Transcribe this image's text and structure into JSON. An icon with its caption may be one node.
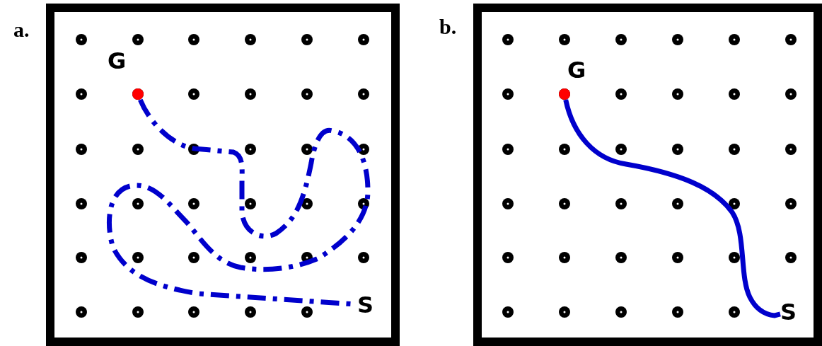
{
  "diagram": {
    "nodes": [
      {
        "text": [
          "a."
        ]
      },
      {
        "text": [],
        "shape": "circle",
        "beside": [
          "G"
        ],
        "in": 0
      },
      {
        "text": [
          "S"
        ],
        "in": 0
      },
      {
        "text": [
          "b."
        ]
      },
      {
        "text": [],
        "shape": "circle",
        "beside": [
          "G"
        ],
        "in": 3
      },
      {
        "text": [
          "S"
        ],
        "in": 3
      }
    ],
    "edges": [
      {
        "from": 1,
        "to": 2,
        "arrow": "none",
        "style": "dashed"
      },
      {
        "from": 4,
        "to": 5,
        "arrow": "none"
      }
    ]
  }
}
